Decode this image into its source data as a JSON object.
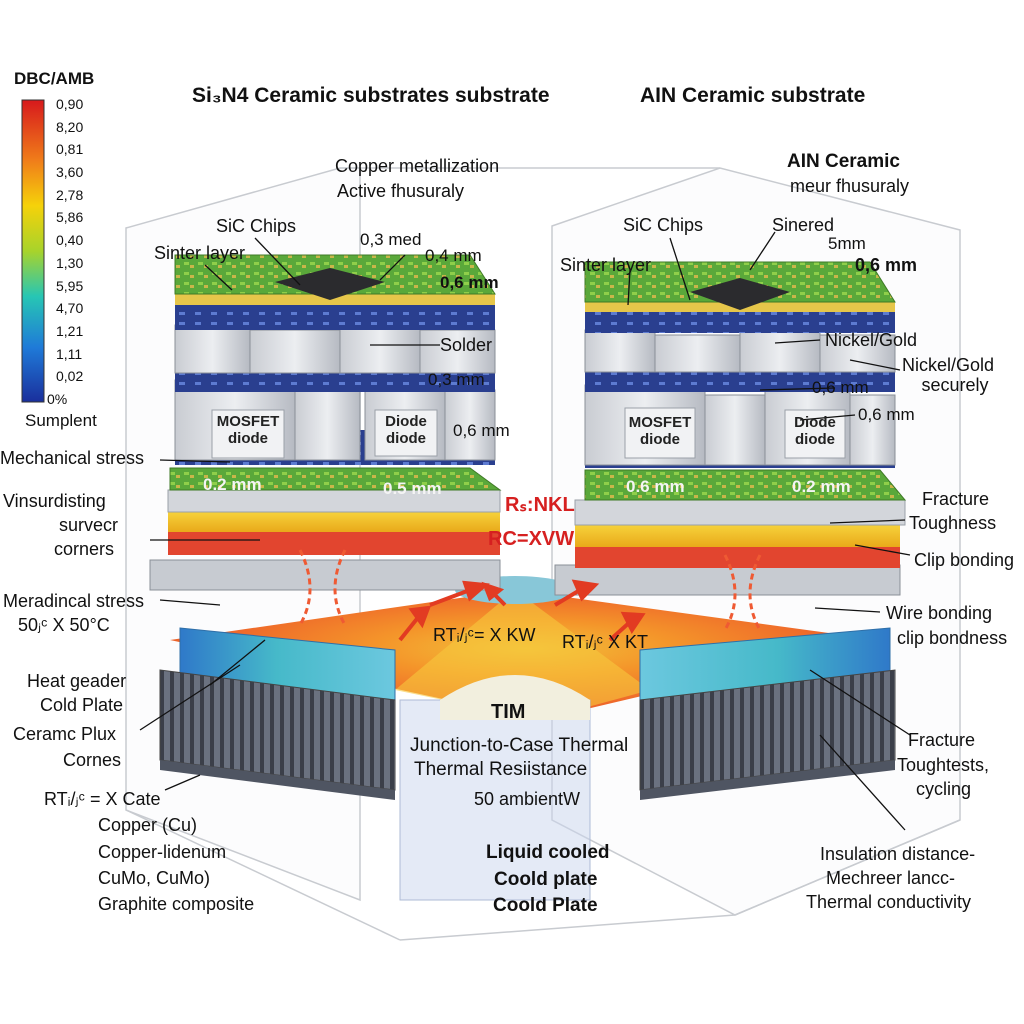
{
  "titles": {
    "left": "Si₃N4 Ceramic substrates substrate",
    "right": "AIN Ceramic substrate"
  },
  "colorbar": {
    "title": "DBC/AMB",
    "ticks": [
      "0,90",
      "8,20",
      "0,81",
      "3,60",
      "2,78",
      "5,86",
      "0,40",
      "1,30",
      "5,95",
      "4,70",
      "1,21",
      "1,11",
      "0,02",
      "0%"
    ],
    "caption": "Sumplent",
    "colors": [
      "#d7191c",
      "#f07d1a",
      "#f5d20a",
      "#a8d32b",
      "#27c6b4",
      "#1f7ad8",
      "#1a2f9c"
    ]
  },
  "left_stack": {
    "top_label_1": "Copper metallization",
    "top_label_2": "Active fhusuraly",
    "sic_chips": "SiC Chips",
    "sinter_layer": "Sinter layer",
    "dim_03med": "0,3 med",
    "dim_04": "0,4 mm",
    "dim_06a": "0,6 mm",
    "solder": "Solder",
    "dim_03": "0,3 mm",
    "mosfet_1": "MOSFET",
    "mosfet_2": "diode",
    "diode_1": "Diode",
    "diode_2": "diode",
    "dim_06b": "0,6 mm",
    "dim_02": "0.2 mm",
    "dim_05": "0.5 mm"
  },
  "right_stack": {
    "top_label_1": "AIN Ceramic",
    "top_label_2": "meur fhusuraly",
    "sic_chips": "SiC Chips",
    "sinered": "Sinered",
    "dim_5": "5mm",
    "sinter_layer": "Sinter layer",
    "dim_06a": "0,6 mm",
    "nickel_gold_1": "Nickel/Gold",
    "nickel_gold_2a": "Nickel/Gold",
    "nickel_gold_2b": "securely",
    "dim_06b": "0,6 mm",
    "dim_06c": "0,6 mm",
    "mosfet_1": "MOSFET",
    "mosfet_2": "diode",
    "diode_1": "Diode",
    "diode_2": "diode",
    "dim_06d": "0.6 mm",
    "dim_02": "0.2 mm"
  },
  "left_annotations": {
    "mech_stress": "Mechanical stress",
    "vins_1": "Vinsurdisting",
    "vins_2": "survecr",
    "vins_3": "corners",
    "meradincal_1": "Meradincal stress",
    "meradincal_2": "50ⱼᶜ X 50°C",
    "heat_1": "Heat geader",
    "heat_2": "Cold Plate",
    "ceramc_1": "Ceramc Plux",
    "ceramc_2": "Cornes",
    "rt_cate": "RTᵢ/ⱼᶜ = X Cate",
    "copper": "Copper (Cu)",
    "copper_lid": "Copper-lidenum",
    "cumo": "CuMo, CuMo)",
    "graphite": "Graphite composite"
  },
  "right_annotations": {
    "fracture_1": "Fracture",
    "fracture_2": "Toughness",
    "clip": "Clip bonding",
    "wire_1": "Wire bonding",
    "wire_2": "clip bondness",
    "fracture2_1": "Fracture",
    "fracture2_2": "Toughtests,",
    "fracture2_3": "cycling",
    "insul_1": "Insulation distance-",
    "insul_2": "Mechreer lancc-",
    "insul_3": "Thermal conductivity"
  },
  "center": {
    "rs_nkl": "Rₛ:NKL",
    "rc_xvw": "RC=XVW",
    "rt_kw": "RTᵢ/ⱼᶜ= X KW",
    "rt_kt": "RTᵢ/ⱼᶜ X KT",
    "tim": "TIM",
    "jtc_1": "Junction-to-Case Thermal",
    "jtc_2": "Thermal Resiistance",
    "ambient": "50 ambientW",
    "liquid_1": "Liquid cooled",
    "liquid_2": "Coold plate",
    "liquid_3": "Coold Plate"
  }
}
